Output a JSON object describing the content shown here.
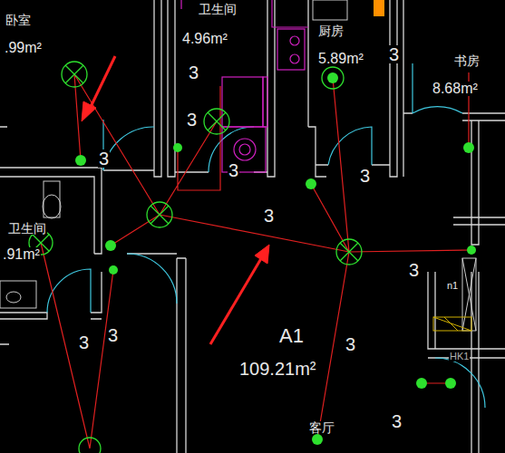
{
  "diagram": {
    "labels": [
      "卧室",
      ".99m²",
      "卫生间",
      "4.96m²",
      "厨房",
      "5.89m²",
      "书房",
      "8.68m²",
      "卫生间",
      ".91m²",
      "A1",
      "109.21m²",
      "客厅",
      "HK1",
      "n1",
      "3",
      "3",
      "3",
      "3",
      "3",
      "3",
      "3",
      "3",
      "3",
      "3",
      "3",
      "3"
    ]
  }
}
